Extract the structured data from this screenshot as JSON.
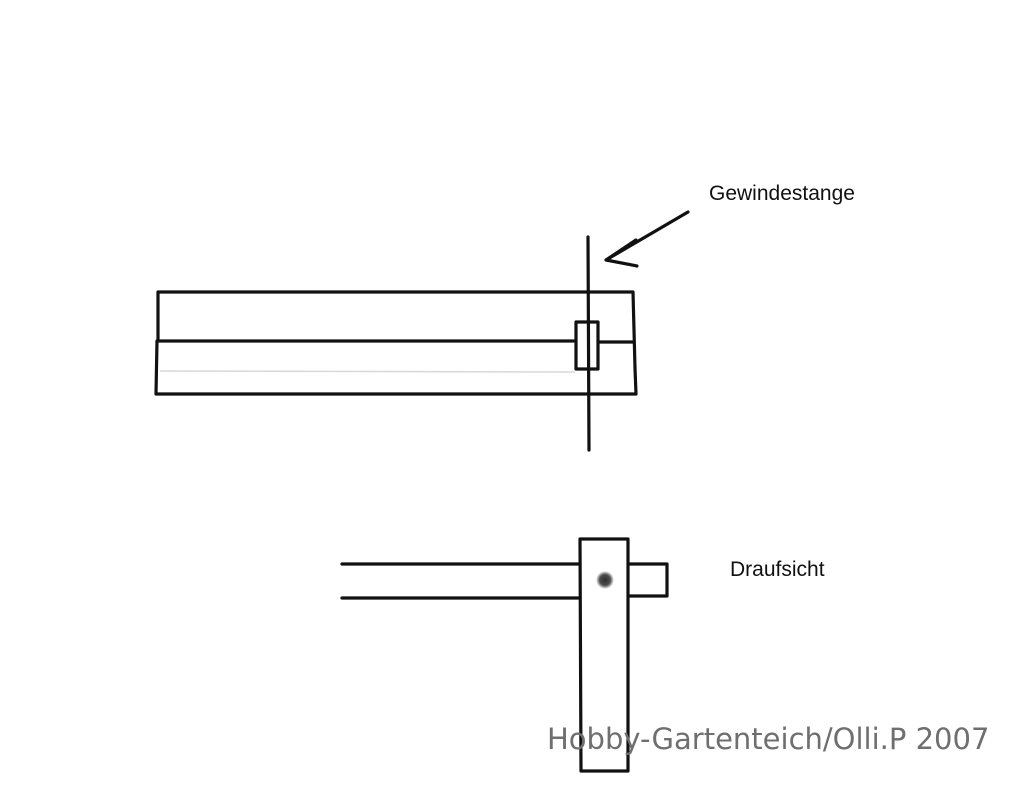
{
  "labels": {
    "threaded_rod": "Gewindestange",
    "top_view": "Draufsicht"
  },
  "watermark": {
    "text": "Hobby-Gartenteich/Olli.P 2007",
    "color": "#6f6f6f"
  },
  "colors": {
    "line": "#111111",
    "background": "#ffffff",
    "hole_dot": "#3a3a3a"
  }
}
